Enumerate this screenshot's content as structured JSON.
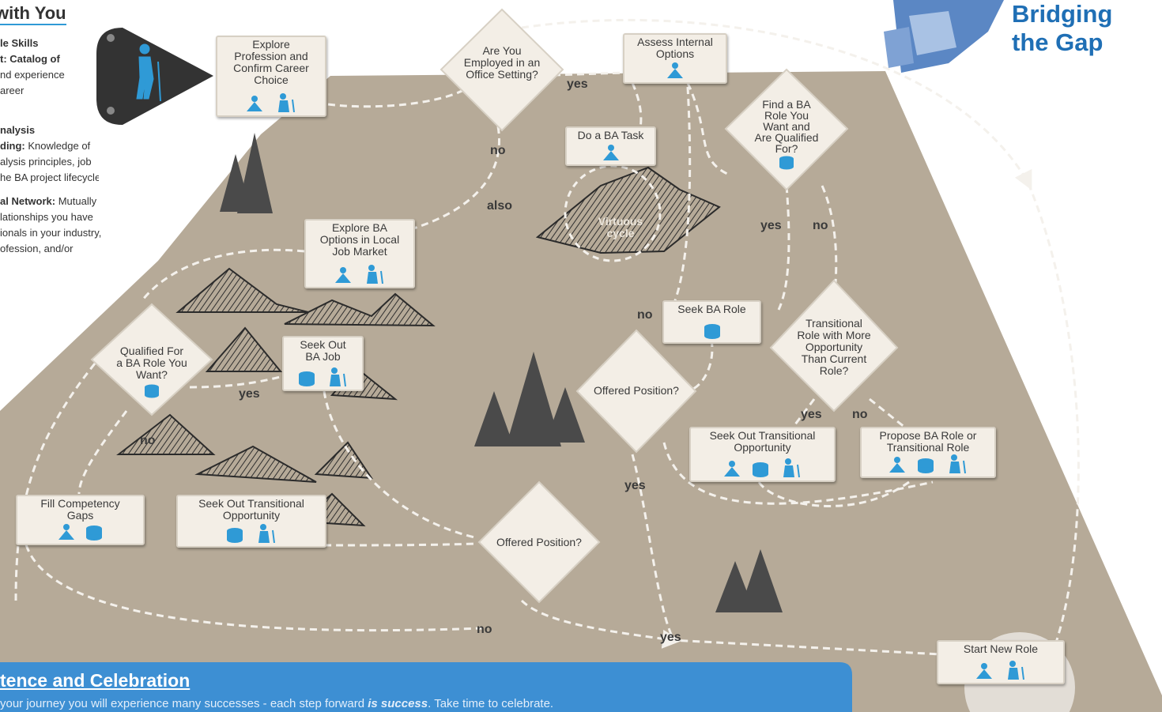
{
  "colors": {
    "terrain": "#b6aa98",
    "box_bg": "#f3eee6",
    "icon_blue": "#2f9ad6",
    "banner_blue": "#3d8fd3",
    "title_blue": "#1f6fb5",
    "path_white": "#f4f1ec"
  },
  "left_panel": {
    "heading": "with You",
    "skills_title": "le Skills",
    "skills_text_1": "t: Catalog of",
    "skills_text_2": "nd experience",
    "skills_text_3": "areer",
    "analysis_title": "nalysis",
    "analysis_lead": "ding:",
    "analysis_text_1": "Knowledge of",
    "analysis_text_2": "alysis principles, job",
    "analysis_text_3": "he BA project lifecycle.",
    "network_lead": "al Network:",
    "network_text_1": "Mutually",
    "network_text_2": "lationships you have",
    "network_text_3": "ionals in your industry,",
    "network_text_4": "ofession, and/or"
  },
  "title": {
    "line1": "Bridging",
    "line2": "the Gap"
  },
  "nodes": {
    "explore_profession": [
      "Explore",
      "Profession and",
      "Confirm Career",
      "Choice"
    ],
    "employed_office": [
      "Are You",
      "Employed in an",
      "Office Setting?"
    ],
    "assess_internal": [
      "Assess Internal",
      "Options"
    ],
    "find_ba_role": [
      "Find a BA",
      "Role You",
      "Want and",
      "Are Qualified",
      "For?"
    ],
    "do_ba_task": [
      "Do a BA Task"
    ],
    "virtuous_cycle": [
      "Virtuous",
      "cycle"
    ],
    "explore_ba_options": [
      "Explore BA",
      "Options in Local",
      "Job Market"
    ],
    "seek_ba_role": [
      "Seek BA Role"
    ],
    "transitional_role": [
      "Transitional",
      "Role with More",
      "Opportunity",
      "Than Current",
      "Role?"
    ],
    "qualified_ba_role": [
      "Qualified For",
      "a BA Role You",
      "Want?"
    ],
    "seek_out_ba_job": [
      "Seek Out",
      "BA Job"
    ],
    "offered_position_1": [
      "Offered Position?"
    ],
    "seek_transitional_right": [
      "Seek Out Transitional",
      "Opportunity"
    ],
    "propose_ba_role": [
      "Propose BA Role or",
      "Transitional Role"
    ],
    "fill_competency": [
      "Fill Competency",
      "Gaps"
    ],
    "seek_transitional_left": [
      "Seek Out Transitional",
      "Opportunity"
    ],
    "offered_position_2": [
      "Offered Position?"
    ],
    "start_new_role": [
      "Start New Role"
    ]
  },
  "edge_labels": {
    "yes_employed": "yes",
    "no_employed": "no",
    "also": "also",
    "yes_find": "yes",
    "no_find": "no",
    "no_offered": "no",
    "yes_transitional": "yes",
    "no_transitional": "no",
    "yes_qualified": "yes",
    "no_qualified": "no",
    "yes_offered1": "yes",
    "no_offered2": "no",
    "yes_offered2": "yes"
  },
  "banner": {
    "title": "tence and Celebration",
    "text_pre": "your journey you will experience many successes - each step forward",
    "text_emph": "is success",
    "text_post": ". Take time to celebrate."
  }
}
